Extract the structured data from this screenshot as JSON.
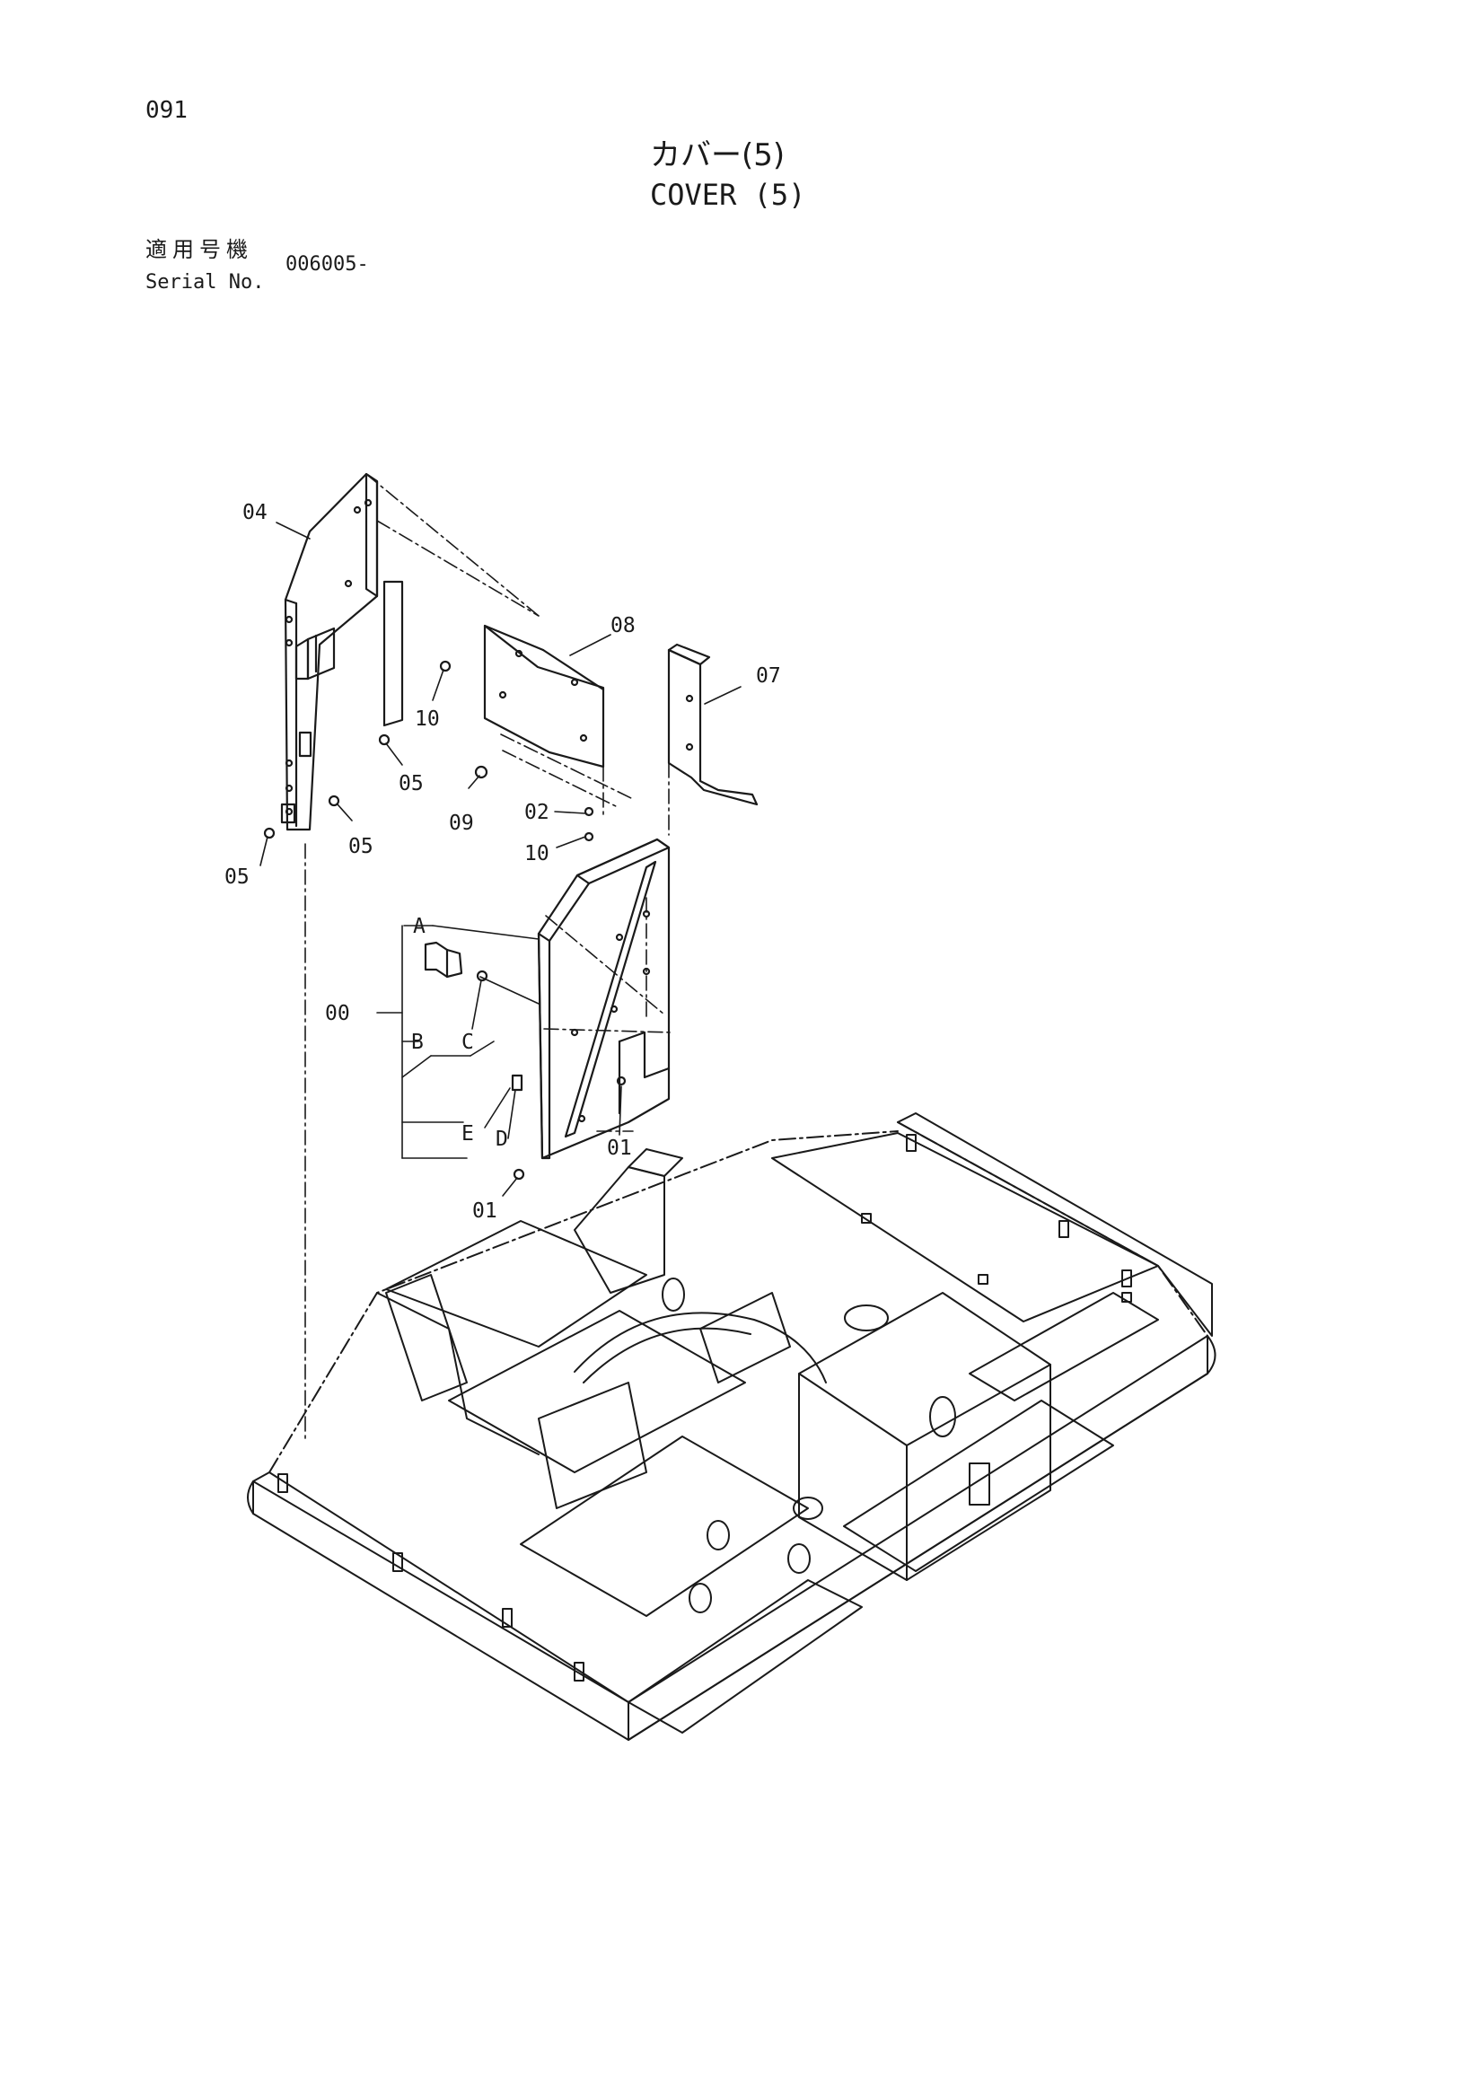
{
  "header": {
    "page_number": "091",
    "title_jp": "カバー(5)",
    "title_en": "COVER (5)",
    "serial_label_jp": "適用号機",
    "serial_label_en": "Serial No.",
    "serial_value": "006005-"
  },
  "callouts": {
    "c04": "04",
    "c08": "08",
    "c07": "07",
    "c10a": "10",
    "c05a": "05",
    "c05b": "05",
    "c05c": "05",
    "c09": "09",
    "c02": "02",
    "c10b": "10",
    "cA": "A",
    "c00": "00",
    "cB": "B",
    "cC": "C",
    "cE": "E",
    "cD": "D",
    "c01a": "01",
    "c01b": "01"
  }
}
